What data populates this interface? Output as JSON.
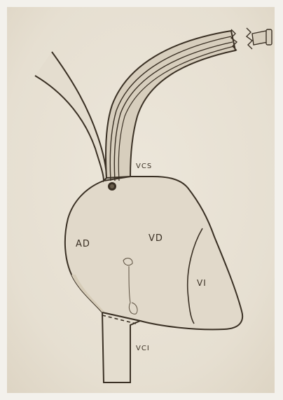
{
  "labels": {
    "ad": "AD",
    "vd": "VD",
    "vi": "VI",
    "vcs": "VCS",
    "vci": "VCI"
  },
  "colors": {
    "photo_border": "#f3f1ec",
    "paper": "#e8e1d4",
    "ink": "#3a3024",
    "tissue_shade": "#ddd5c4"
  }
}
